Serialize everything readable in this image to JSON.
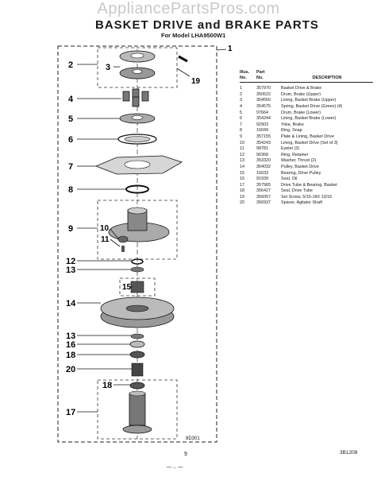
{
  "watermark": "AppliancePartsPros.com",
  "title": "BASKET DRIVE and BRAKE PARTS",
  "subtitle": "For Model LHA9500W1",
  "callouts": {
    "c1": "1",
    "c2": "2",
    "c3": "3",
    "c4": "4",
    "c5": "5",
    "c6": "6",
    "c7": "7",
    "c8": "8",
    "c9": "9",
    "c10": "10",
    "c11": "11",
    "c12": "12",
    "c13a": "13",
    "c14": "14",
    "c15": "15",
    "c13b": "13",
    "c16": "16",
    "c18a": "18",
    "c20": "20",
    "c18b": "18",
    "c17": "17",
    "c19": "19"
  },
  "table": {
    "headers": {
      "illus": "Illus.\nNo.",
      "part": "Part\nNo.",
      "desc": "DESCRIPTION"
    },
    "rows": [
      {
        "illus": "1",
        "part": "357970",
        "desc": "Basket Drive & Brake"
      },
      {
        "illus": "2",
        "part": "350522",
        "desc": "Drum, Brake (Upper)"
      },
      {
        "illus": "3",
        "part": "354550",
        "desc": "Lining, Basket Brake (Upper)"
      },
      {
        "illus": "4",
        "part": "354575",
        "desc": "Spring, Basket Drive (Green) (4)"
      },
      {
        "illus": "5",
        "part": "97664",
        "desc": "Drum, Brake (Lower)"
      },
      {
        "illus": "6",
        "part": "354244",
        "desc": "Lining, Basket Brake (Lower)"
      },
      {
        "illus": "7",
        "part": "92903",
        "desc": "Yoke, Brake"
      },
      {
        "illus": "8",
        "part": "16049",
        "desc": "Ring, Snap"
      },
      {
        "illus": "9",
        "part": "357155",
        "desc": "Plate & Lining, Basket Drive"
      },
      {
        "illus": "10",
        "part": "354243",
        "desc": "Lining, Basket Drive (Set of 3)"
      },
      {
        "illus": "11",
        "part": "98781",
        "desc": "Eyelet (3)"
      },
      {
        "illus": "12",
        "part": "90368",
        "desc": "Ring, Retainer"
      },
      {
        "illus": "13",
        "part": "353320",
        "desc": "Washer, Thrust (2)"
      },
      {
        "illus": "14",
        "part": "364032",
        "desc": "Pulley, Basket Drive"
      },
      {
        "illus": "15",
        "part": "16033",
        "desc": "Bearing, Drive Pulley"
      },
      {
        "illus": "16",
        "part": "91939",
        "desc": "Seal, Oil"
      },
      {
        "illus": "17",
        "part": "357965",
        "desc": "Drive Tube & Bearing, Basket"
      },
      {
        "illus": "18",
        "part": "356427",
        "desc": "Seal, Drive Tube"
      },
      {
        "illus": "19",
        "part": "356057",
        "desc": "Set Screw, 5/16-18X 13/16"
      },
      {
        "illus": "20",
        "part": "356937",
        "desc": "Spacer, Agitator Shaft"
      }
    ]
  },
  "fig_code": "8D301",
  "page_number": "9",
  "doc_code": "3B1208",
  "bottom_mark": "— ... —"
}
